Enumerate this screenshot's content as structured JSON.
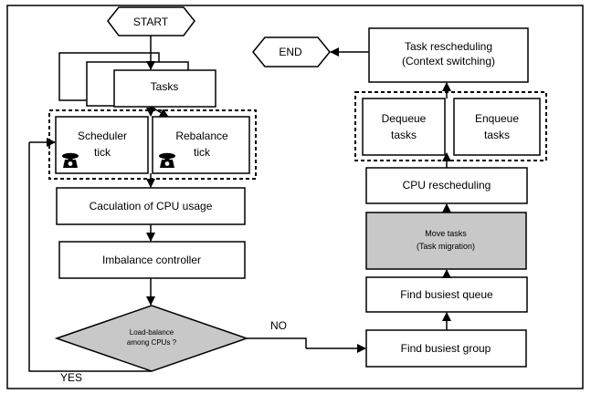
{
  "start_label": "START",
  "end_label": "END",
  "tasks_label": "Tasks",
  "scheduler_tick": [
    "Scheduler",
    "tick"
  ],
  "rebalance_tick": [
    "Rebalance",
    "tick"
  ],
  "cpu_usage_label": "Caculation of CPU usage",
  "imbalance_label": "Imbalance controller",
  "decision": [
    "Load-balance",
    "among CPUs ?"
  ],
  "yes_label": "YES",
  "no_label": "NO",
  "find_group_label": "Find busiest group",
  "find_queue_label": "Find busiest queue",
  "move_tasks": [
    "Move tasks",
    "(Task migration)"
  ],
  "cpu_resched_label": "CPU rescheduling",
  "dequeue": [
    "Dequeue",
    "tasks"
  ],
  "enqueue": [
    "Enqueue",
    "tasks"
  ],
  "task_resched": [
    "Task rescheduling",
    "(Context switching)"
  ],
  "colors": {
    "shaded_fill": "#c8c8c8",
    "stroke": "#000000",
    "background": "#ffffff"
  },
  "icons": {
    "tick_icon": "telephone-icon"
  }
}
